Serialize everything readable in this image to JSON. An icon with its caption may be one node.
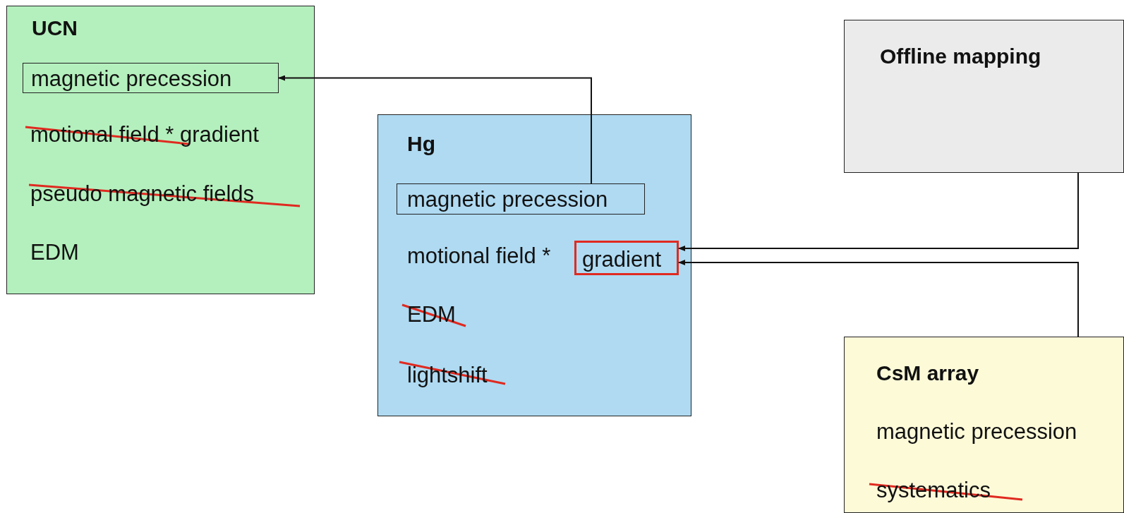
{
  "diagram": {
    "nodes": [
      {
        "text": [
          "UCN",
          "motional field * gradient",
          "pseudo magnetic fields",
          "EDM"
        ]
      },
      {
        "text": [
          "magnetic precession"
        ],
        "in": 0
      },
      {
        "text": [
          "Hg",
          "motional field *",
          "EDM",
          "lightshift"
        ]
      },
      {
        "text": [
          "magnetic precession"
        ],
        "in": 2
      },
      {
        "text": [
          "gradient"
        ],
        "in": 2
      },
      {
        "text": [
          "Offline mapping"
        ]
      },
      {
        "text": [
          "CsM array",
          "magnetic precession",
          "systematics"
        ]
      }
    ],
    "edges": [
      {
        "from": 3,
        "to": 1,
        "arrow": "to"
      },
      {
        "from": 5,
        "to": 4,
        "arrow": "to"
      },
      {
        "from": 6,
        "to": 4,
        "arrow": "to"
      }
    ]
  }
}
